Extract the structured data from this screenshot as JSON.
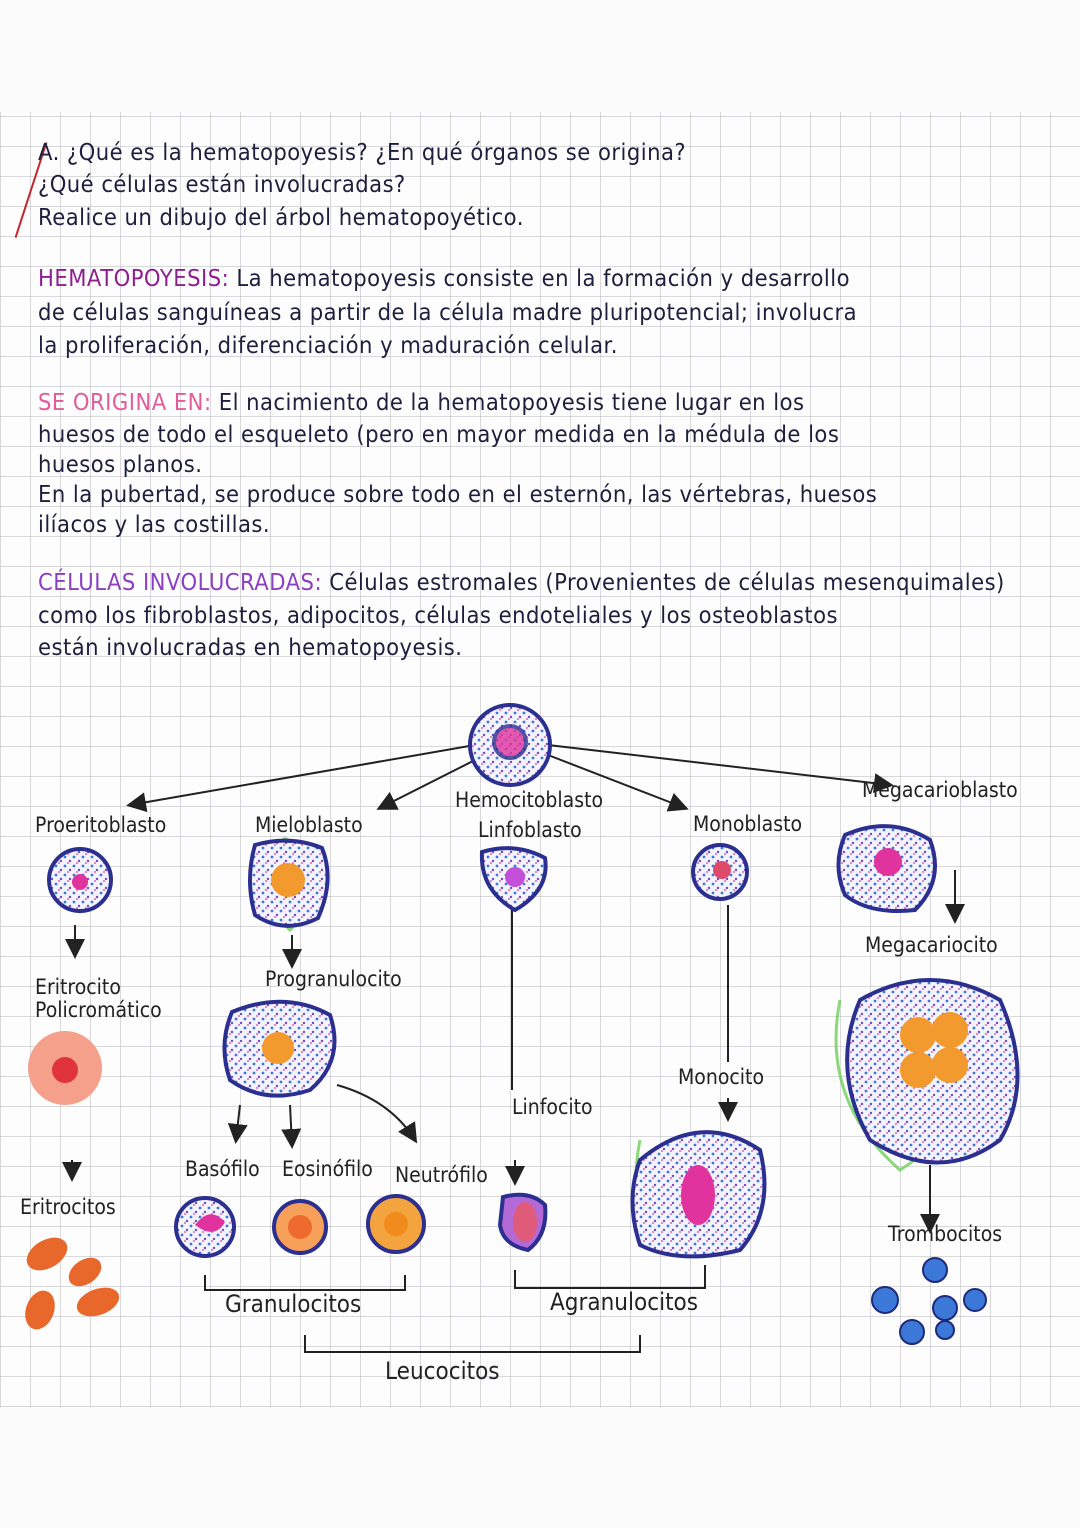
{
  "question": {
    "lines": [
      "A. ¿Qué es la hematopoyesis? ¿En qué órganos se origina?",
      "¿Qué células están involucradas?",
      "Realice un dibujo del árbol hematopoyético."
    ]
  },
  "sections": {
    "hematopoyesis": {
      "heading": "HEMATOPOYESIS:",
      "lines": [
        "La hematopoyesis consiste en la formación y desarrollo",
        "de células sanguíneas a partir de la célula madre pluripotencial; involucra",
        "la proliferación, diferenciación y maduración celular."
      ]
    },
    "origen": {
      "heading": "SE ORIGINA EN:",
      "lines": [
        "El nacimiento de la hematopoyesis tiene lugar en los",
        "huesos de todo el esqueleto (pero en mayor medida en la médula de los",
        "huesos planos.",
        "En la pubertad, se produce sobre todo en el esternón, las vértebras, huesos",
        "ilíacos y las costillas."
      ]
    },
    "celulas": {
      "heading": "CÉLULAS INVOLUCRADAS:",
      "lines": [
        "Células estromales (Provenientes de células mesenquimales)",
        "como los fibroblastos, adipocitos, células endoteliales y los osteoblastos",
        "están involucradas en hematopoyesis."
      ]
    }
  },
  "diagram": {
    "labels": {
      "proeritroblasto": "Proeritoblasto",
      "mieloblasto": "Mieloblasto",
      "hemocitoblasto": "Hemocitoblasto",
      "linfoblasto": "Linfoblasto",
      "monoblasto": "Monoblasto",
      "megacarioblasto": "Megacarioblasto",
      "eritrocito_poli_1": "Eritrocito",
      "eritrocito_poli_2": "Policromático",
      "progranulocito": "Progranulocito",
      "megacariocito": "Megacariocito",
      "monocito": "Monocito",
      "linfocito": "Linfocito",
      "basofilo": "Basófilo",
      "eosinofilo": "Eosinófilo",
      "neutrofilo": "Neutrófilo",
      "eritrocitos": "Eritrocitos",
      "trombocitos": "Trombocitos",
      "granulocitos": "Granulocitos",
      "agranulocitos": "Agranulocitos",
      "leucocitos": "Leucocitos"
    },
    "colors": {
      "membrane": "#2b2f8f",
      "cytoplasm_dots": "#3c78d8",
      "nucleus_pink": "#e0339e",
      "nucleus_orange": "#f39a2e",
      "erythrocyte": "#e8672a",
      "branch_green": "#6fcf5a"
    }
  }
}
